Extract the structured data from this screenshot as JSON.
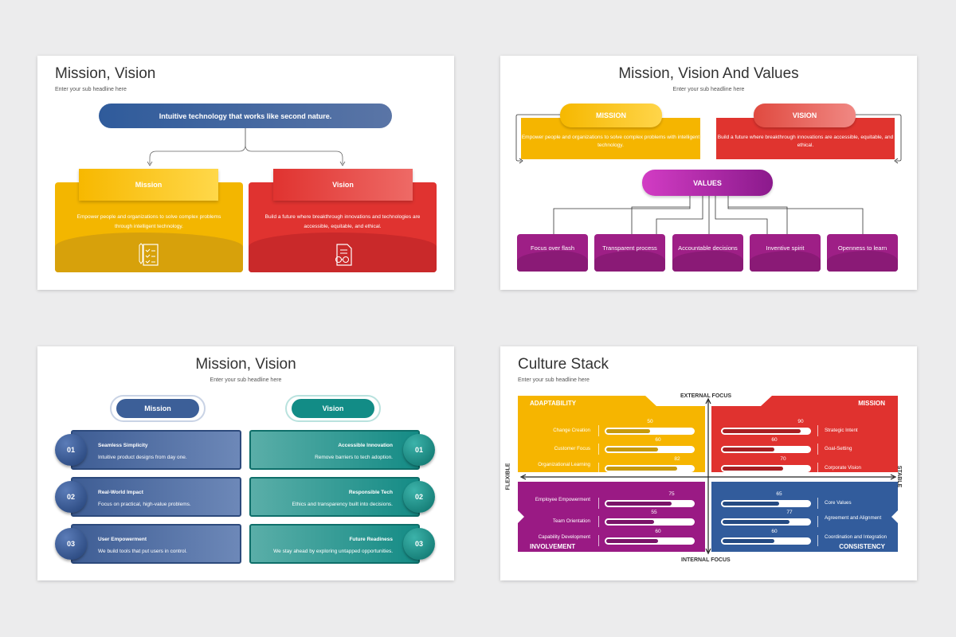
{
  "slide1": {
    "title": "Mission, Vision",
    "subtitle": "Enter your sub headline here",
    "banner": "Intuitive technology that works like second nature.",
    "mission": {
      "label": "Mission",
      "text": "Empower people and organizations to solve complex problems through intelligent technology."
    },
    "vision": {
      "label": "Vision",
      "text": "Build a future where breakthrough innovations and technologies are accessible, equitable, and ethical."
    },
    "icons": [
      "checklist-icon",
      "glasses-document-icon"
    ]
  },
  "slide2": {
    "title": "Mission, Vision And Values",
    "subtitle": "Enter your sub headline here",
    "mission": {
      "label": "MISSION",
      "text": "Empower people and organizations to solve complex problems with intelligent technology."
    },
    "vision": {
      "label": "VISION",
      "text": "Build a future where breakthrough innovations are accessible, equitable, and ethical."
    },
    "values_label": "VALUES",
    "values": [
      "Focus over flash",
      "Transparent process",
      "Accountable decisions",
      "Inventive spirit",
      "Openness to learn"
    ]
  },
  "slide3": {
    "title": "Mission, Vision",
    "subtitle": "Enter your sub headline here",
    "mission_label": "Mission",
    "vision_label": "Vision",
    "mission_items": [
      {
        "num": "01",
        "title": "Seamless Simplicity",
        "text": "Intuitive product designs from day one."
      },
      {
        "num": "02",
        "title": "Real-World Impact",
        "text": "Focus on practical, high-value problems."
      },
      {
        "num": "03",
        "title": "User Empowerment",
        "text": "We build tools that put users in control."
      }
    ],
    "vision_items": [
      {
        "num": "01",
        "title": "Accessible Innovation",
        "text": "Remove barriers to tech adoption."
      },
      {
        "num": "02",
        "title": "Responsible Tech",
        "text": "Ethics and transparency built into decisions."
      },
      {
        "num": "03",
        "title": "Future Readiness",
        "text": "We stay ahead by exploring untapped opportunities."
      }
    ]
  },
  "slide4": {
    "title": "Culture Stack",
    "subtitle": "Enter your sub headline here",
    "axis": {
      "top": "EXTERNAL FOCUS",
      "bottom": "INTERNAL FOCUS",
      "left": "FLEXIBLE",
      "right": "STABLE"
    },
    "quadrants": {
      "tl": {
        "label": "ADAPTABILITY",
        "items": [
          {
            "name": "Change Creation",
            "value": 50
          },
          {
            "name": "Customer Focus",
            "value": 60
          },
          {
            "name": "Organizational Learning",
            "value": 82
          }
        ]
      },
      "tr": {
        "label": "MISSION",
        "items": [
          {
            "name": "Strategic Intent",
            "value": 90
          },
          {
            "name": "Goal-Setting",
            "value": 60
          },
          {
            "name": "Corporate Vision",
            "value": 70
          }
        ]
      },
      "bl": {
        "label": "INVOLVEMENT",
        "items": [
          {
            "name": "Employee Empowerment",
            "value": 75
          },
          {
            "name": "Team Orientation",
            "value": 55
          },
          {
            "name": "Capability Development",
            "value": 60
          }
        ]
      },
      "br": {
        "label": "CONSISTENCY",
        "items": [
          {
            "name": "Core Values",
            "value": 65
          },
          {
            "name": "Agreement and Alignment",
            "value": 77
          },
          {
            "name": "Coordination and Integration",
            "value": 60
          }
        ]
      }
    },
    "colors": {
      "tl": "#f7b500",
      "tr": "#e0322f",
      "bl": "#9a1a84",
      "br": "#325c9c"
    }
  }
}
